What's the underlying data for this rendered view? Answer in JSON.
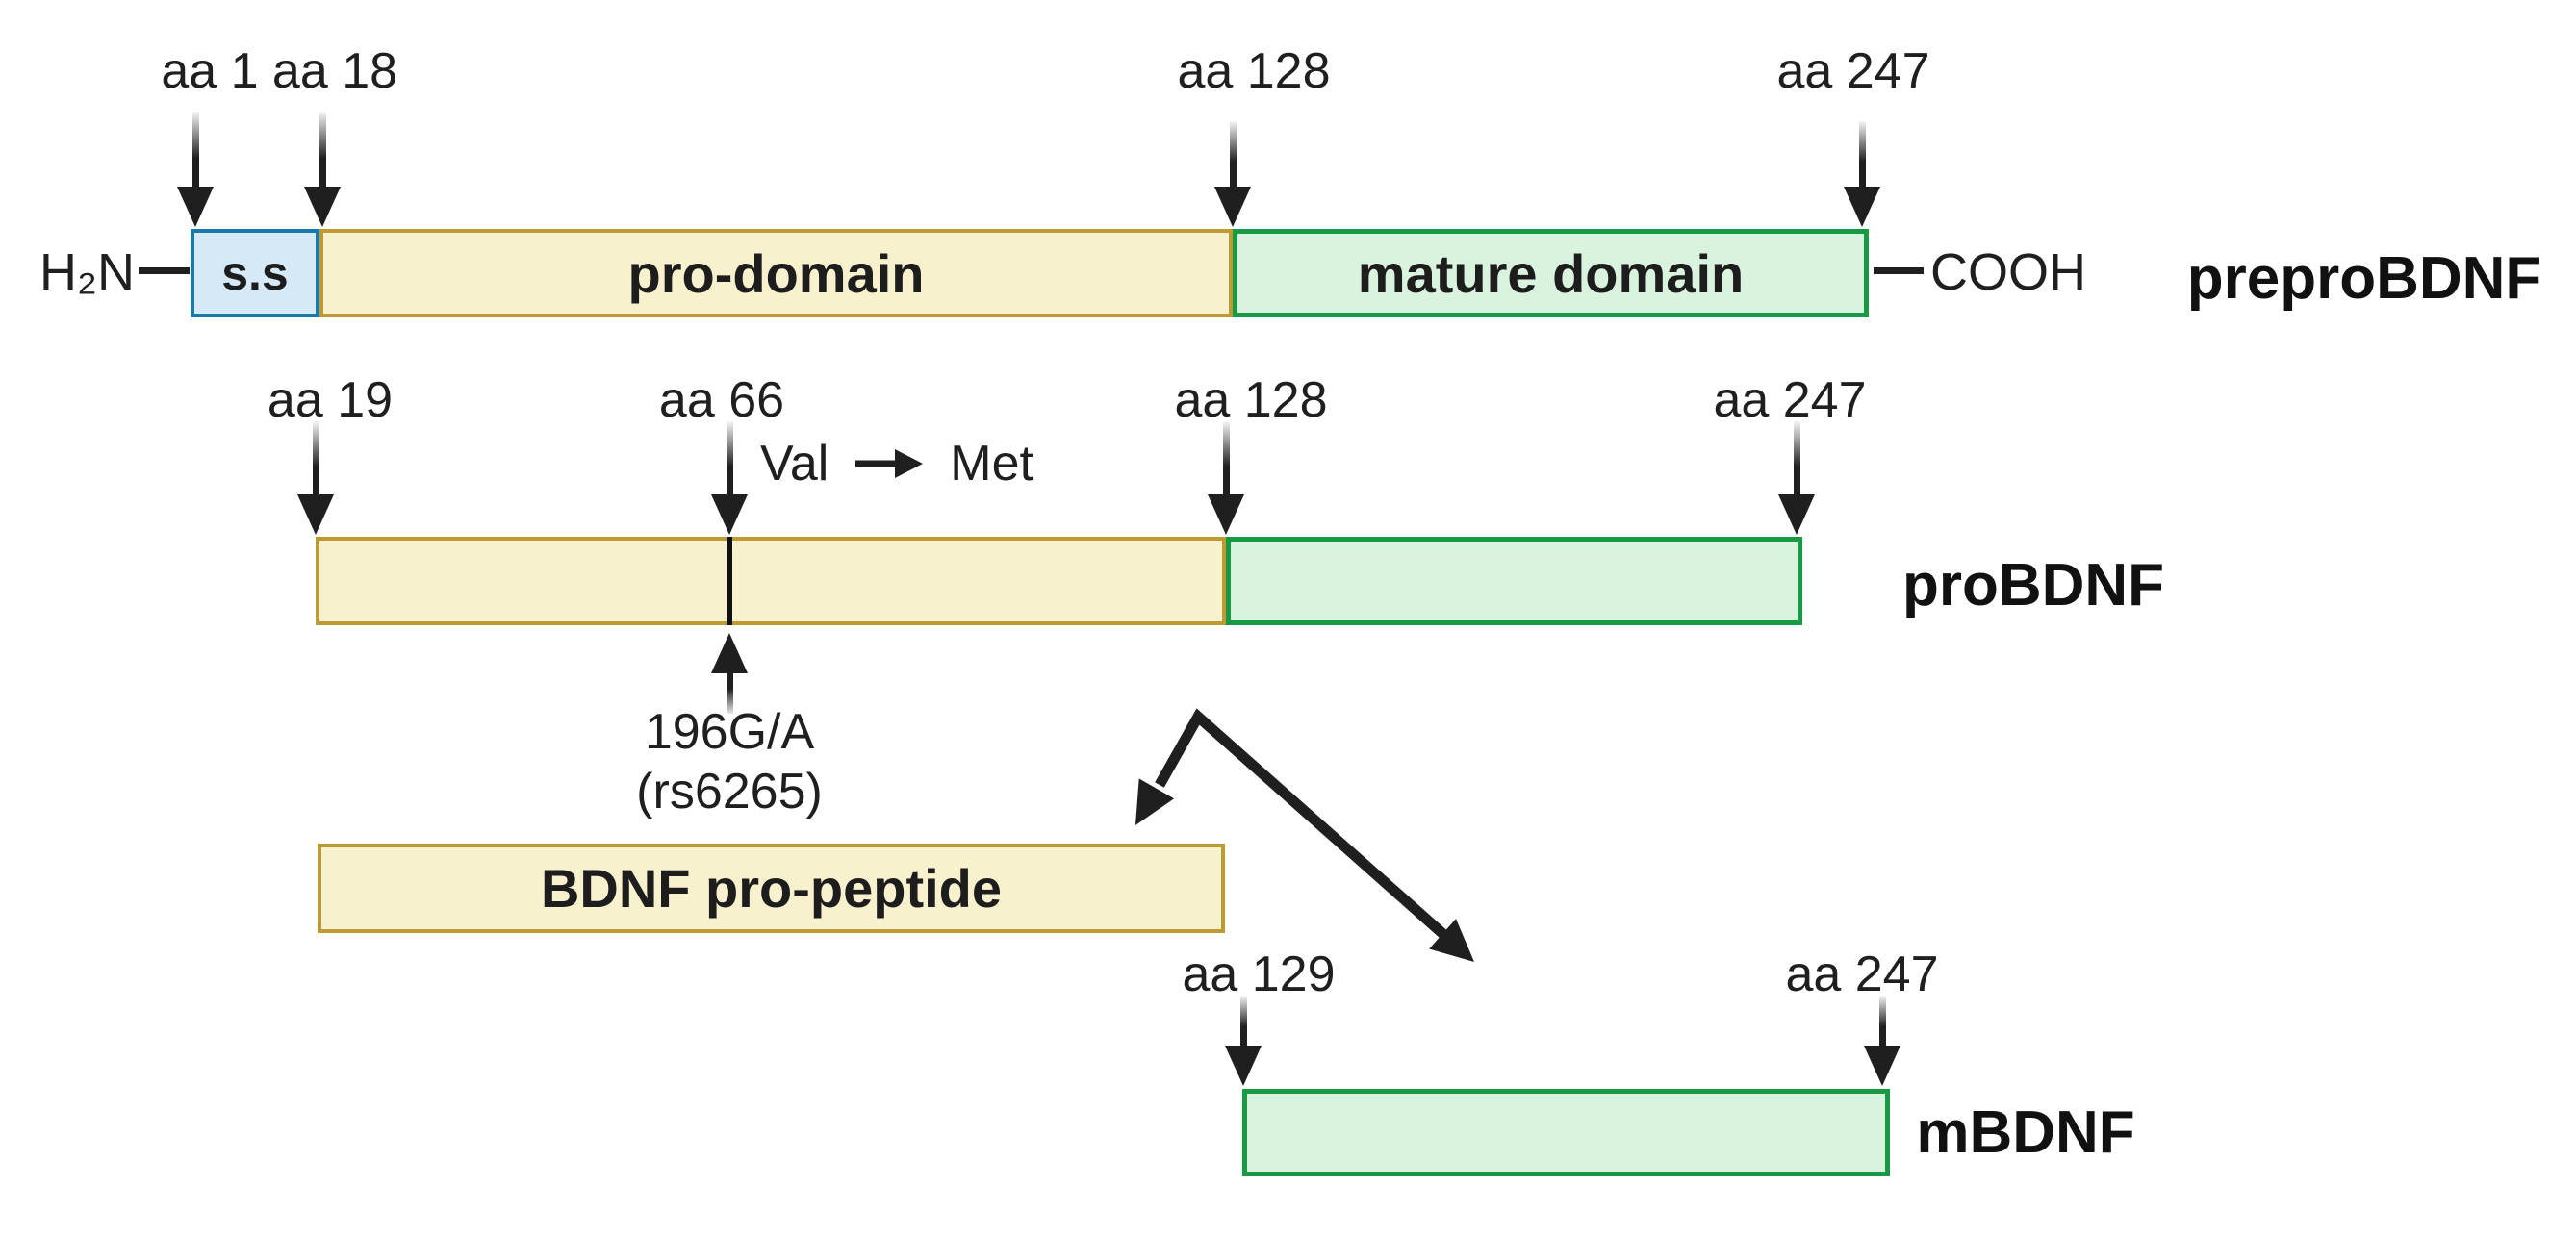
{
  "colors": {
    "ink": "#1f1f1f",
    "signal-fill": "#d5e9f7",
    "signal-border": "#1d79a8",
    "pro-fill": "#f8f1ce",
    "pro-border": "#bd9a33",
    "mature-fill": "#d9f3de",
    "mature-border": "#179a43"
  },
  "rows": {
    "prepro": {
      "name": "preproBDNF",
      "n_terminus": "H₂N",
      "c_terminus": "COOH",
      "markers": [
        "aa 1",
        "aa 18",
        "aa 128",
        "aa 247"
      ],
      "domains": [
        "s.s",
        "pro-domain",
        "mature domain"
      ]
    },
    "pro": {
      "name": "proBDNF",
      "markers": [
        "aa 19",
        "aa 66",
        "aa 128",
        "aa 247"
      ],
      "mutation": {
        "from": "Val",
        "to": "Met",
        "snp": "196G/A",
        "rs": "(rs6265)"
      }
    },
    "propeptide": {
      "label": "BDNF pro-peptide"
    },
    "mbdnf": {
      "name": "mBDNF",
      "markers": [
        "aa 129",
        "aa 247"
      ]
    }
  }
}
